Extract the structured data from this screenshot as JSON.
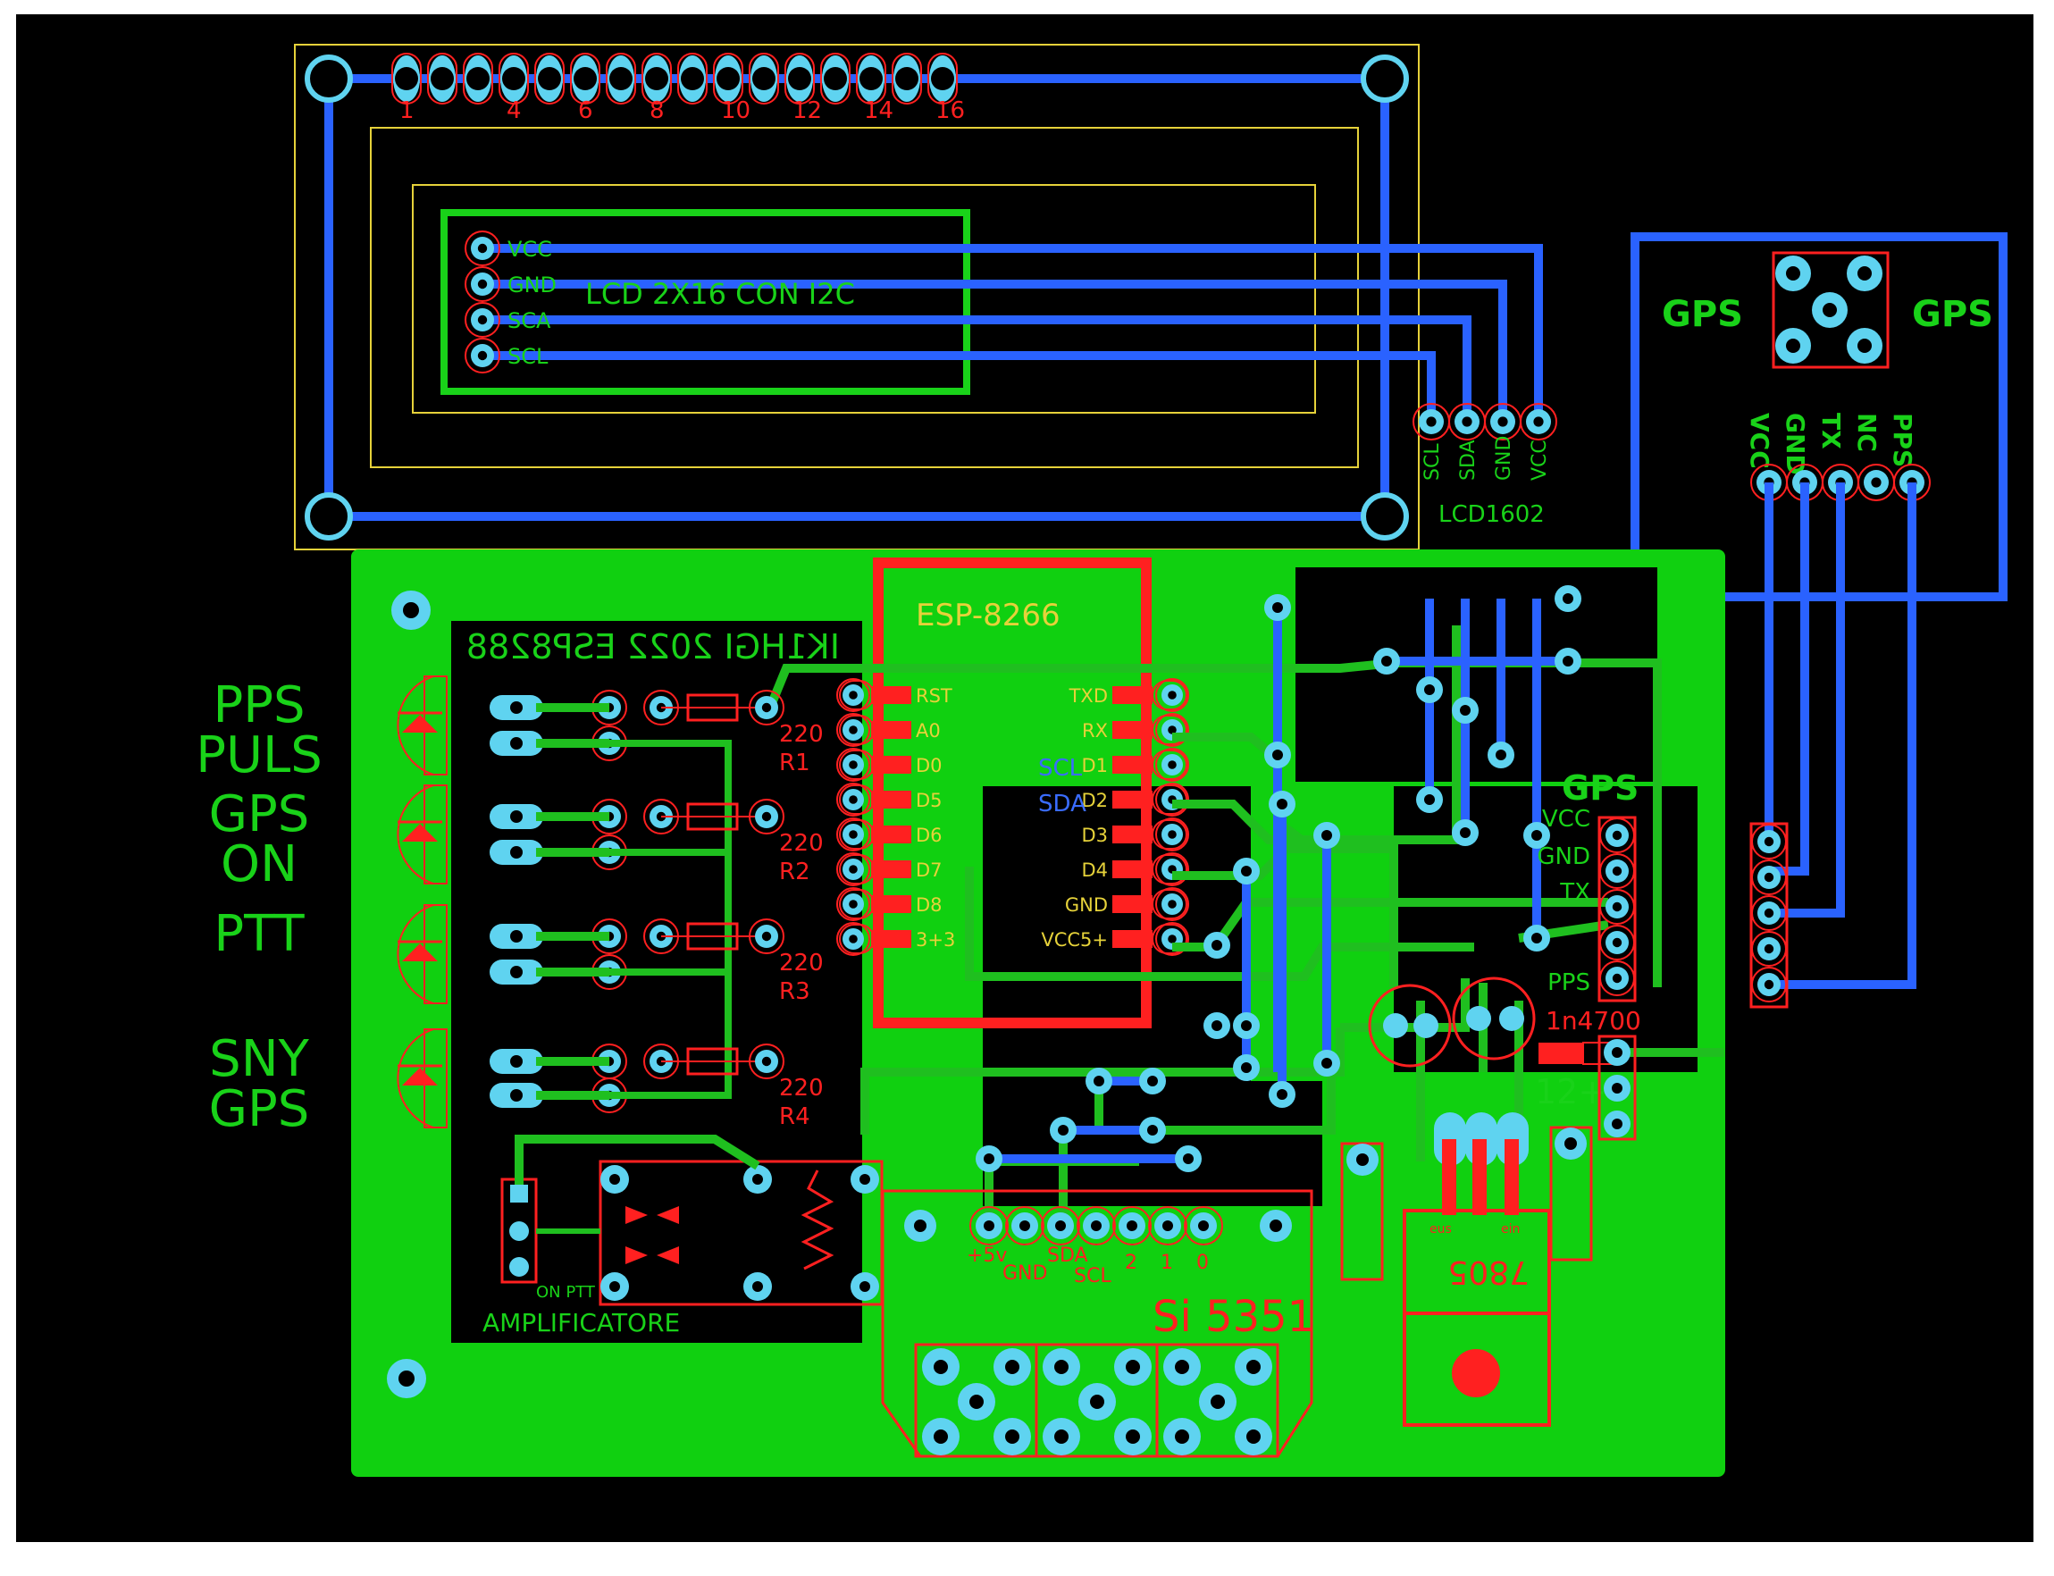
{
  "colors": {
    "background": "#000000",
    "frame": "#ffffff",
    "board": "#10d010",
    "top_copper": "#2a62ff",
    "bottom_copper": "#1fbf1f",
    "pad": "#5fd3f0",
    "silk_red": "#ff2020",
    "silk_yellow": "#e6d23a",
    "text_green": "#19d219",
    "text_blue": "#3a6cff"
  },
  "lcd": {
    "title": "LCD 2X16 CON I2C",
    "pin_labels": [
      "1",
      "4",
      "6",
      "8",
      "10",
      "12",
      "14",
      "16"
    ],
    "i2c_labels": [
      "VCC",
      "GND",
      "SCA",
      "SCL"
    ],
    "header_labels": [
      "SCL",
      "SDA",
      "GND",
      "VCC"
    ],
    "header_name": "LCD1602"
  },
  "gps_module": {
    "left_label": "GPS",
    "right_label": "GPS",
    "pin_labels": [
      "VCC",
      "GND",
      "TX",
      "NC",
      "PPS"
    ]
  },
  "board": {
    "signature": "IK1HGI 2022 ESP8288",
    "amplifier_label": "AMPLIFICATORE",
    "on_ptt_label": "ON PTT"
  },
  "esp": {
    "title": "ESP-8266",
    "left_pins": [
      "RST",
      "A0",
      "D0",
      "D5",
      "D6",
      "D7",
      "D8",
      "3+3"
    ],
    "right_pins": [
      "TXD",
      "RX",
      "D1",
      "D2",
      "D3",
      "D4",
      "GND",
      "VCC5+"
    ],
    "scl_label": "SCL",
    "sda_label": "SDA"
  },
  "leds": [
    {
      "line1": "PPS",
      "line2": "PULS"
    },
    {
      "line1": "GPS",
      "line2": "ON"
    },
    {
      "line1": "PTT",
      "line2": ""
    },
    {
      "line1": "SNY",
      "line2": "GPS"
    }
  ],
  "resistors": [
    {
      "value": "220",
      "name": "R1"
    },
    {
      "value": "220",
      "name": "R2"
    },
    {
      "value": "220",
      "name": "R3"
    },
    {
      "value": "220",
      "name": "R4"
    }
  ],
  "gps_header": {
    "title": "GPS",
    "labels": [
      "VCC",
      "GND",
      "TX",
      "PPS"
    ]
  },
  "power": {
    "diode_label": "1n4700",
    "input_label": "12+",
    "regulator": "7805",
    "reg_in": "ein",
    "reg_out": "eus"
  },
  "si5351": {
    "name": "Si 5351",
    "pin_labels": [
      "+5v",
      "GND",
      "SDA",
      "SCL",
      "2",
      "1",
      "0"
    ]
  }
}
